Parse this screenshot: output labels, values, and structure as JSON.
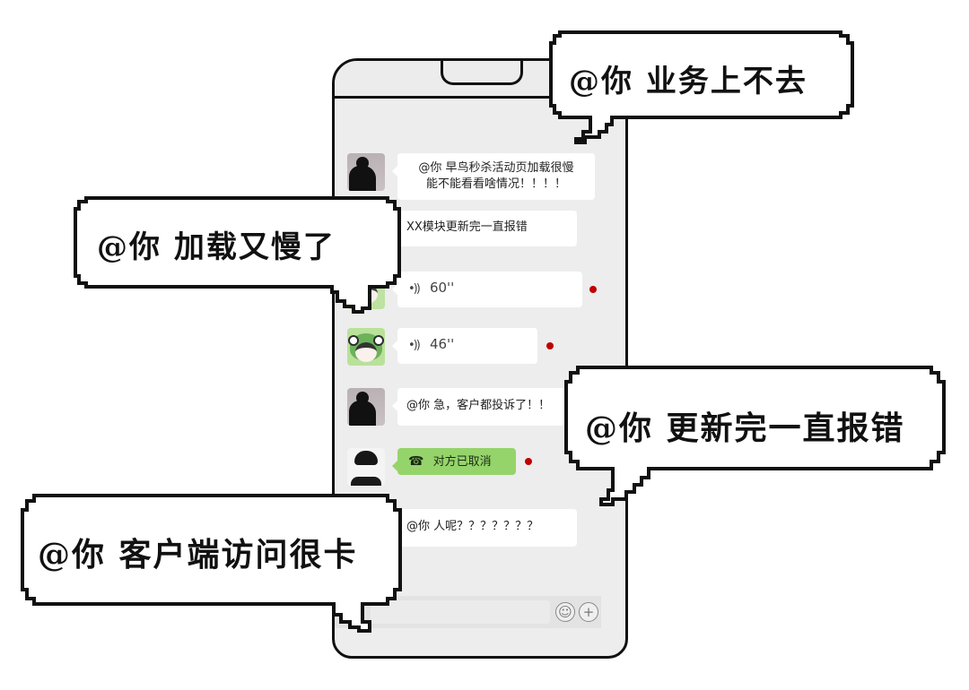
{
  "phone": {
    "messages": [
      {
        "id": "m1",
        "avatar": "silhouette-avatar",
        "text_line1": "@你 早鸟秒杀活动页加载很慢",
        "text_line2": "能不能看看啥情况！！！！",
        "type": "text"
      },
      {
        "id": "m2",
        "avatar": "hidden",
        "text": "XX模块更新完一直报错",
        "type": "text"
      },
      {
        "id": "m3",
        "avatar": "boy-avatar",
        "type": "voice",
        "icon": "voice-icon",
        "icon_glyph": "•))",
        "duration": "60''",
        "unread": true
      },
      {
        "id": "m4",
        "avatar": "frog-avatar",
        "type": "voice",
        "icon": "voice-icon",
        "icon_glyph": "•))",
        "duration": "46''",
        "unread": true
      },
      {
        "id": "m5",
        "avatar": "silhouette-avatar",
        "text": "@你  急，客户都投诉了！！",
        "type": "text"
      },
      {
        "id": "m6",
        "avatar": "bw-boy-avatar",
        "type": "call",
        "icon": "hangup-phone-icon",
        "icon_glyph": "☎",
        "text": "对方已取消",
        "unread": true
      },
      {
        "id": "m7",
        "avatar": "hidden",
        "text": "@你  人呢？？？？？？？",
        "type": "text"
      }
    ],
    "input_bar": {
      "placeholder": "",
      "emoji_icon": "☺",
      "plus_icon": "+"
    }
  },
  "speech_bubbles": [
    {
      "id": "b1",
      "text": "@你 业务上不去"
    },
    {
      "id": "b2",
      "text": "@你 加载又慢了"
    },
    {
      "id": "b3",
      "text": "@你 更新完一直报错"
    },
    {
      "id": "b4",
      "text": "@你 客户端访问很卡"
    }
  ],
  "colors": {
    "chat_bg": "#ededed",
    "bubble_bg": "#ffffff",
    "call_bubble_bg": "#95d46a",
    "unread_dot": "#c00000",
    "outline": "#111111"
  }
}
